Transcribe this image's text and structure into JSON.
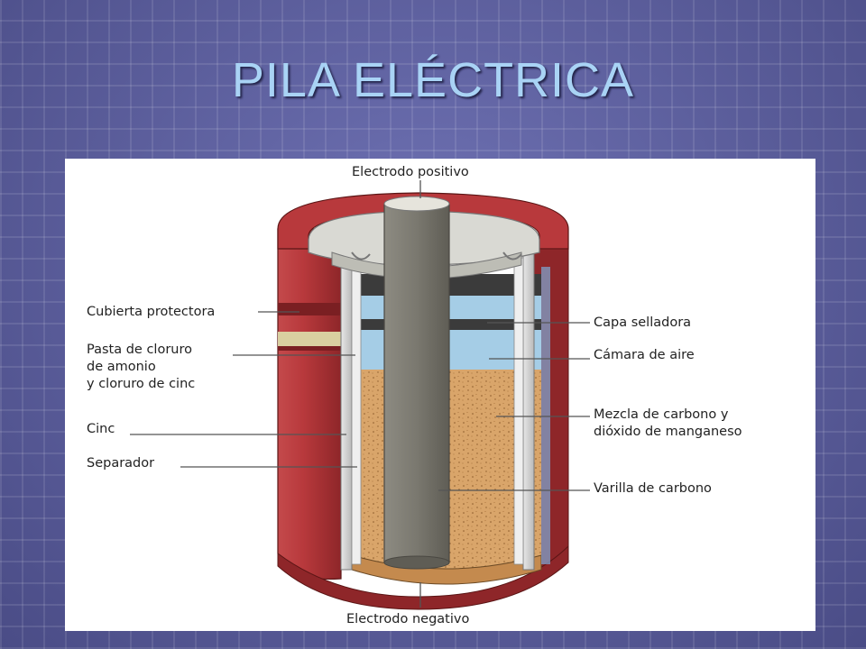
{
  "slide": {
    "title": "PILA ELÉCTRICA"
  },
  "diagram": {
    "labels": {
      "electrodo_positivo": "Electrodo positivo",
      "electrodo_negativo": "Electrodo negativo",
      "cubierta_protectora": "Cubierta protectora",
      "pasta_line1": "Pasta de cloruro",
      "pasta_line2": "de amonio",
      "pasta_line3": "y cloruro de cinc",
      "cinc": "Cinc",
      "separador": "Separador",
      "capa_selladora": "Capa selladora",
      "camara_aire": "Cámara de aire",
      "mezcla_line1": "Mezcla de carbono y",
      "mezcla_line2": "dióxido de manganeso",
      "varilla_carbono": "Varilla de carbono"
    },
    "colors": {
      "casing_red": "#b8393c",
      "casing_dark": "#7a1f22",
      "carbon_rod": "#7c7a72",
      "mixture": "#d9a56a",
      "air_chamber": "#a5cde6",
      "sealing_layer": "#3b3b3b",
      "zinc": "#cfcfcf"
    }
  }
}
